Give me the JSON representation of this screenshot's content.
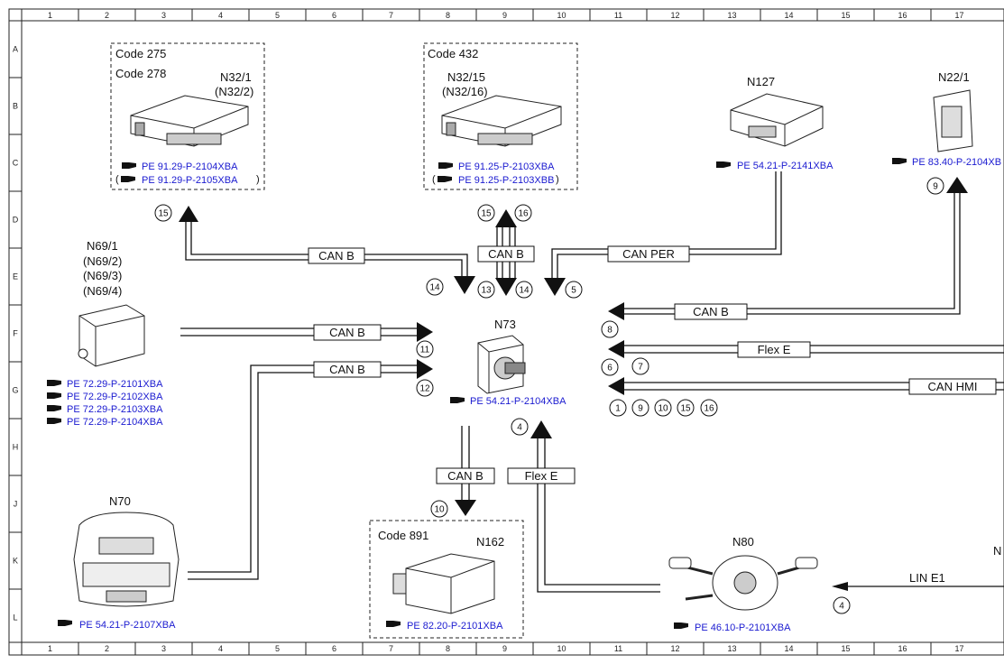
{
  "grid": {
    "columns": [
      "1",
      "2",
      "3",
      "4",
      "5",
      "6",
      "7",
      "8",
      "9",
      "10",
      "11",
      "12",
      "13",
      "14",
      "15",
      "16",
      "17"
    ],
    "rows": [
      "A",
      "B",
      "C",
      "D",
      "E",
      "F",
      "G",
      "H",
      "J",
      "K",
      "L"
    ]
  },
  "components": {
    "n32_1": {
      "code1": "Code 275",
      "code2": "Code 278",
      "name": "N32/1",
      "alt": "(N32/2)",
      "ref1": "PE 91.29-P-2104XBA",
      "ref2": "PE 91.29-P-2105XBA"
    },
    "n32_15": {
      "code": "Code 432",
      "name": "N32/15",
      "alt": "(N32/16)",
      "ref1": "PE 91.25-P-2103XBA",
      "ref2": "PE 91.25-P-2103XBB"
    },
    "n127": {
      "name": "N127",
      "ref": "PE 54.21-P-2141XBA"
    },
    "n22_1": {
      "name": "N22/1",
      "ref": "PE 83.40-P-2104XB"
    },
    "n69_1": {
      "name": "N69/1",
      "alt1": "(N69/2)",
      "alt2": "(N69/3)",
      "alt3": "(N69/4)",
      "refs": [
        "PE 72.29-P-2101XBA",
        "PE 72.29-P-2102XBA",
        "PE 72.29-P-2103XBA",
        "PE 72.29-P-2104XBA"
      ]
    },
    "n73": {
      "name": "N73",
      "ref": "PE 54.21-P-2104XBA"
    },
    "n70": {
      "name": "N70",
      "ref": "PE 54.21-P-2107XBA"
    },
    "n162": {
      "code": "Code 891",
      "name": "N162",
      "ref": "PE 82.20-P-2101XBA"
    },
    "n80": {
      "name": "N80",
      "ref": "PE 46.10-P-2101XBA"
    },
    "edge_partial": "N"
  },
  "buses": {
    "can_b": "CAN B",
    "can_per": "CAN PER",
    "flex_e": "Flex E",
    "can_hmi": "CAN HMI",
    "lin_e1": "LIN E1"
  },
  "markers": {
    "m15a": "15",
    "m14a": "14",
    "m15b": "15",
    "m16b": "16",
    "m13": "13",
    "m14b": "14",
    "m5": "5",
    "m9": "9",
    "m8": "8",
    "m6": "6",
    "m7": "7",
    "m11": "11",
    "m12": "12",
    "m1": "1",
    "m9b": "9",
    "m10": "10",
    "m15c": "15",
    "m16c": "16",
    "m4a": "4",
    "m10b": "10",
    "m4b": "4"
  }
}
